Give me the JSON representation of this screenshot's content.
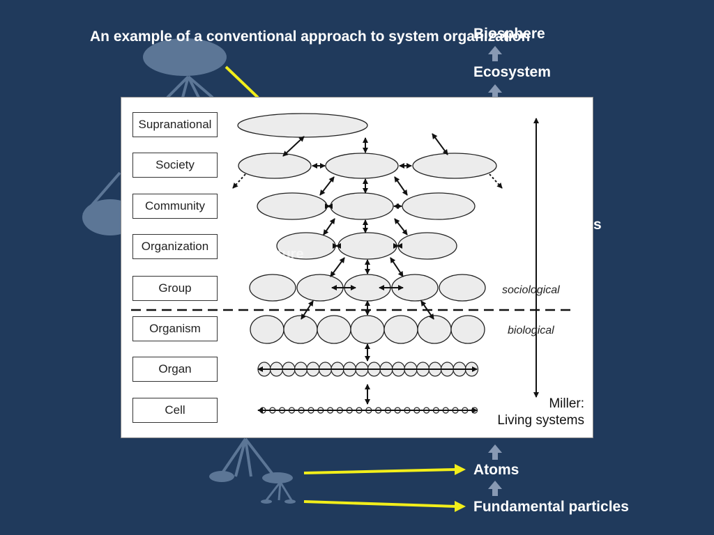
{
  "slide": {
    "title": "An example of a conventional approach to system organization",
    "background": "#203a5c",
    "accent_line": "#f2ee1a",
    "hierarchy_right": [
      "Biosphere",
      "Ecosystem",
      "Atoms",
      "Fundamental particles"
    ],
    "partial_label_right": "s",
    "overlap_text": "tructure"
  },
  "diagram": {
    "levels": [
      "Supranational",
      "Society",
      "Community",
      "Organization",
      "Group",
      "Organism",
      "Organ",
      "Cell"
    ],
    "divider_labels": {
      "upper": "sociological",
      "lower": "biological"
    },
    "caption_line1": "Miller:",
    "caption_line2": "Living systems"
  }
}
